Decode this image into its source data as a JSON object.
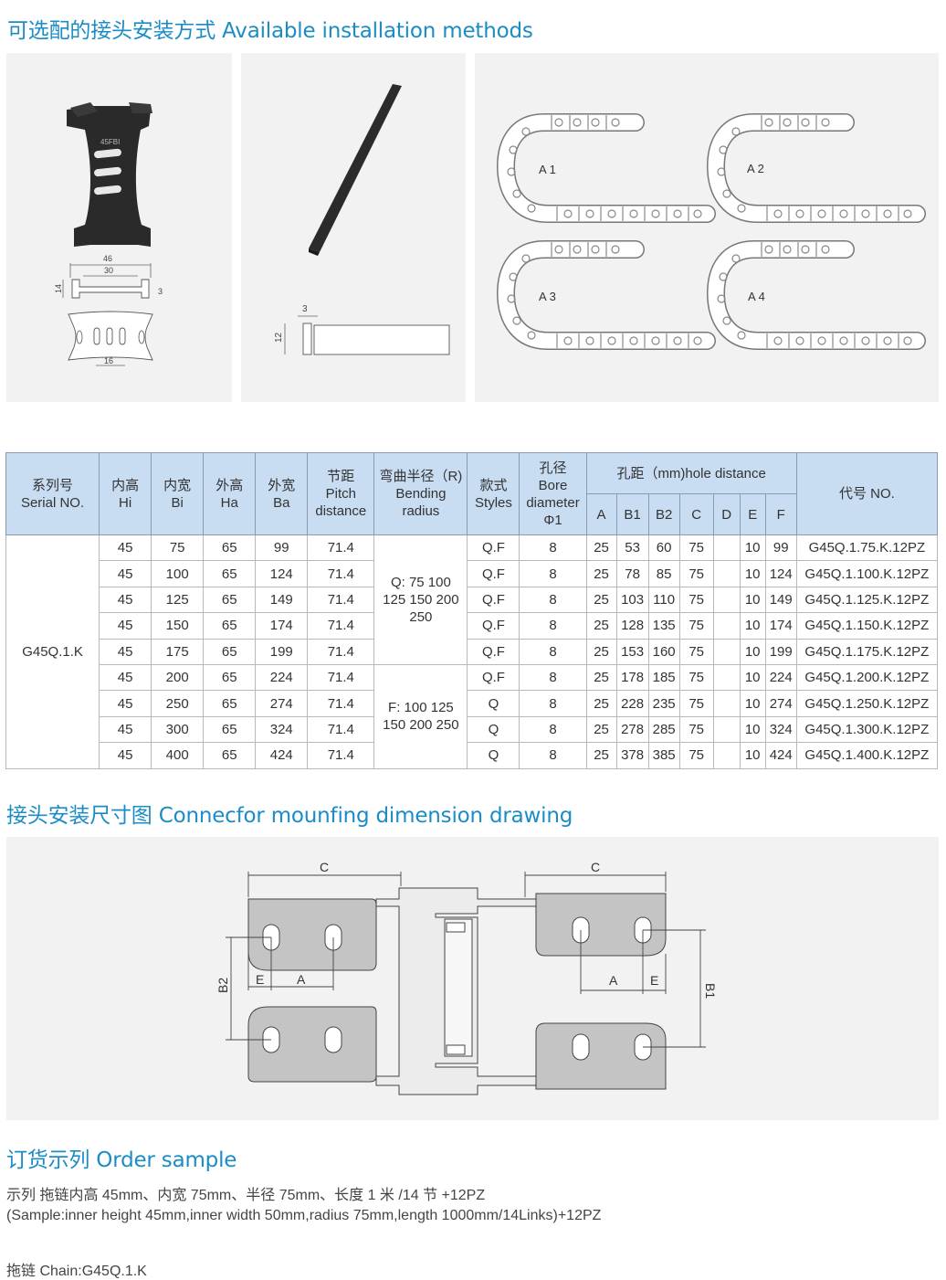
{
  "section_install": {
    "title": "可选配的接头安装方式 Available installation methods"
  },
  "bracket_labels": {
    "model": "45FBI",
    "w_outer": "46",
    "w_inner": "30",
    "h": "14",
    "t": "3",
    "slot": "16"
  },
  "bar_labels": {
    "t": "3",
    "h": "12"
  },
  "methods": [
    "A 1",
    "A 2",
    "A 3",
    "A 4"
  ],
  "table": {
    "headers": {
      "serial": [
        "系列号",
        "Serial NO."
      ],
      "hi": [
        "内高",
        "Hi"
      ],
      "bi": [
        "内宽",
        "Bi"
      ],
      "ha": [
        "外高",
        "Ha"
      ],
      "ba": [
        "外宽",
        "Ba"
      ],
      "pitch": [
        "节距",
        "Pitch",
        "distance"
      ],
      "bending": [
        "弯曲半径（R)",
        "Bending",
        "radius"
      ],
      "styles": [
        "款式",
        "Styles"
      ],
      "bore": [
        "孔径",
        "Bore",
        "diameter",
        "Φ1"
      ],
      "hole": "孔距（mm)hole distance",
      "hole_cols": [
        "A",
        "B1",
        "B2",
        "C",
        "D",
        "E",
        "F"
      ],
      "code": "代号 NO."
    },
    "serial_value": "G45Q.1.K",
    "bending_q": [
      "Q: 75 100",
      "125 150 200",
      "250"
    ],
    "bending_f": [
      "F:  100 125",
      "150 200 250"
    ],
    "rows": [
      [
        "45",
        "75",
        "65",
        "99",
        "71.4",
        "Q.F",
        "8",
        "25",
        "53",
        "60",
        "75",
        "",
        "10",
        "99",
        "G45Q.1.75.K.12PZ"
      ],
      [
        "45",
        "100",
        "65",
        "124",
        "71.4",
        "Q.F",
        "8",
        "25",
        "78",
        "85",
        "75",
        "",
        "10",
        "124",
        "G45Q.1.100.K.12PZ"
      ],
      [
        "45",
        "125",
        "65",
        "149",
        "71.4",
        "Q.F",
        "8",
        "25",
        "103",
        "110",
        "75",
        "",
        "10",
        "149",
        "G45Q.1.125.K.12PZ"
      ],
      [
        "45",
        "150",
        "65",
        "174",
        "71.4",
        "Q.F",
        "8",
        "25",
        "128",
        "135",
        "75",
        "",
        "10",
        "174",
        "G45Q.1.150.K.12PZ"
      ],
      [
        "45",
        "175",
        "65",
        "199",
        "71.4",
        "Q.F",
        "8",
        "25",
        "153",
        "160",
        "75",
        "",
        "10",
        "199",
        "G45Q.1.175.K.12PZ"
      ],
      [
        "45",
        "200",
        "65",
        "224",
        "71.4",
        "Q.F",
        "8",
        "25",
        "178",
        "185",
        "75",
        "",
        "10",
        "224",
        "G45Q.1.200.K.12PZ"
      ],
      [
        "45",
        "250",
        "65",
        "274",
        "71.4",
        "Q",
        "8",
        "25",
        "228",
        "235",
        "75",
        "",
        "10",
        "274",
        "G45Q.1.250.K.12PZ"
      ],
      [
        "45",
        "300",
        "65",
        "324",
        "71.4",
        "Q",
        "8",
        "25",
        "278",
        "285",
        "75",
        "",
        "10",
        "324",
        "G45Q.1.300.K.12PZ"
      ],
      [
        "45",
        "400",
        "65",
        "424",
        "71.4",
        "Q",
        "8",
        "25",
        "378",
        "385",
        "75",
        "",
        "10",
        "424",
        "G45Q.1.400.K.12PZ"
      ]
    ]
  },
  "section_drawing": {
    "title": "接头安装尺寸图 Connecfor mounfing dimension drawing"
  },
  "drawing_labels": {
    "c": "C",
    "e": "E",
    "a": "A",
    "b1": "B1",
    "b2": "B2"
  },
  "section_order": {
    "title": "订货示列 Order sample",
    "line1": "示列 拖链内高 45mm、内宽 75mm、半径 75mm、长度 1 米 /14 节 +12PZ",
    "line2": "(Sample:inner height 45mm,inner width 50mm,radius 75mm,length 1000mm/14Links)+12PZ",
    "line3": "拖链 Chain:G45Q.1.K"
  },
  "colors": {
    "accent": "#1b8cc6",
    "header_bg": "#c8dcf2",
    "panel_bg": "#f2f2f2",
    "part_gray": "#c4c4c4"
  }
}
